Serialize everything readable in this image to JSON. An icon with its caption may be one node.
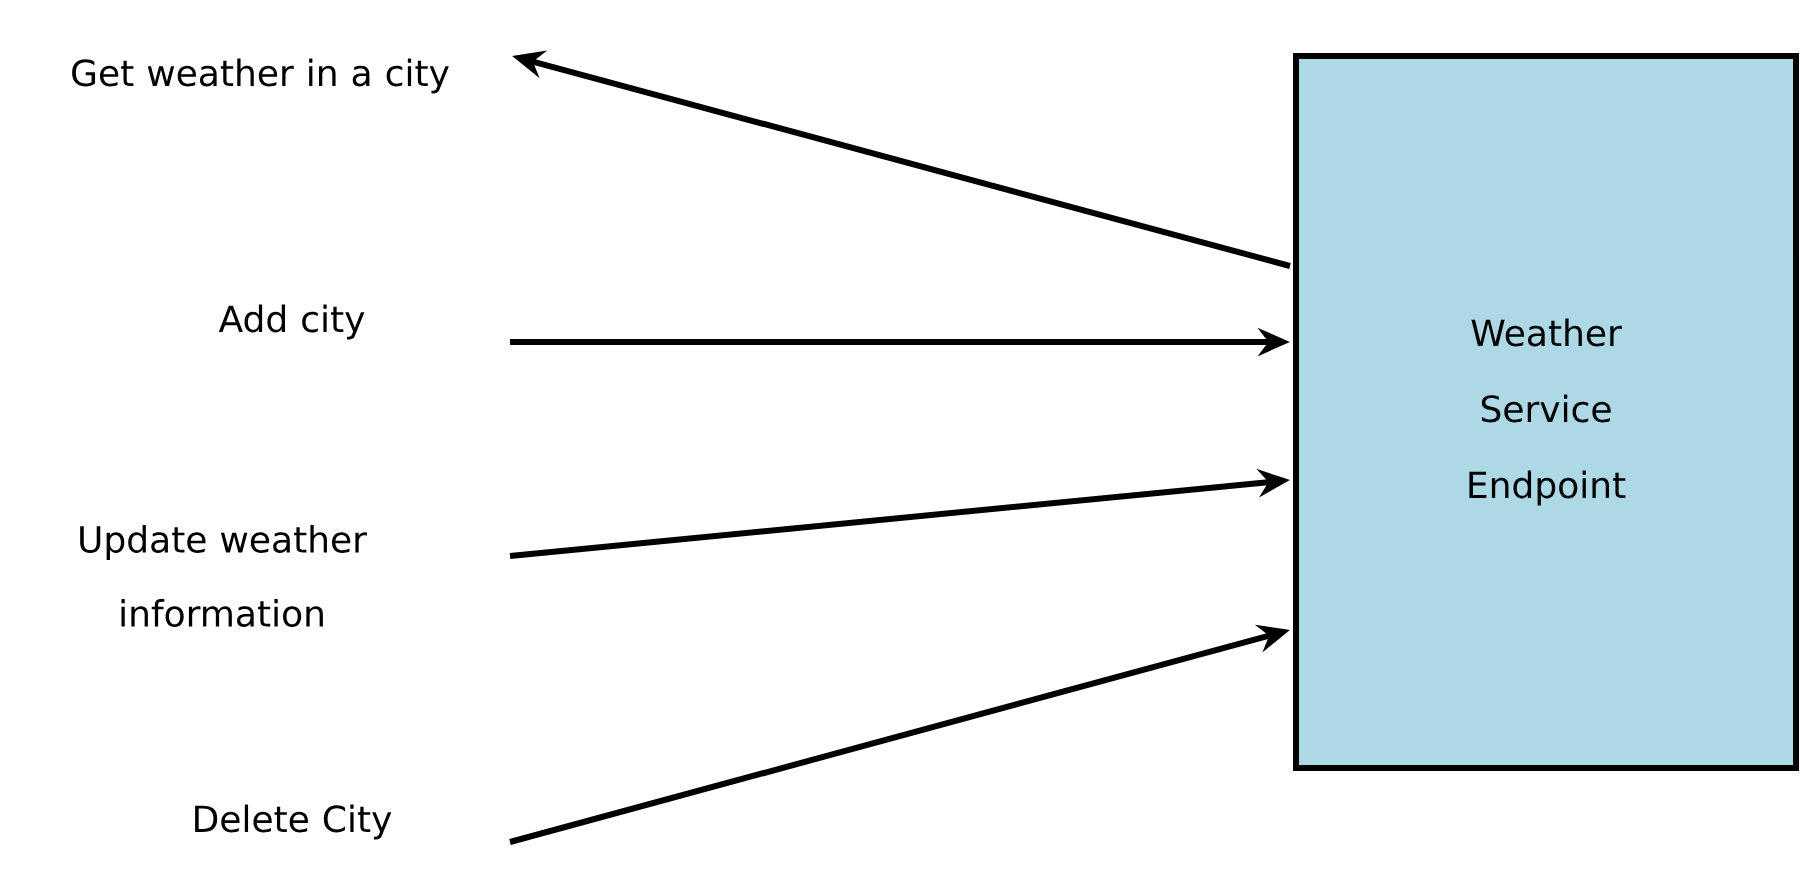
{
  "diagram": {
    "nodes": [
      {
        "text": [
          "Get weather in a city"
        ]
      },
      {
        "text": [
          "Add city"
        ]
      },
      {
        "text": [
          "Update weather information"
        ]
      },
      {
        "text": [
          "Delete City"
        ]
      },
      {
        "text": [
          "Weather Service Endpoint"
        ]
      }
    ],
    "edges": [
      {
        "from": 4,
        "to": 0,
        "arrow": "to"
      },
      {
        "from": 1,
        "to": 4,
        "arrow": "to"
      },
      {
        "from": 2,
        "to": 4,
        "arrow": "to"
      },
      {
        "from": 3,
        "to": 4,
        "arrow": "to"
      }
    ]
  }
}
